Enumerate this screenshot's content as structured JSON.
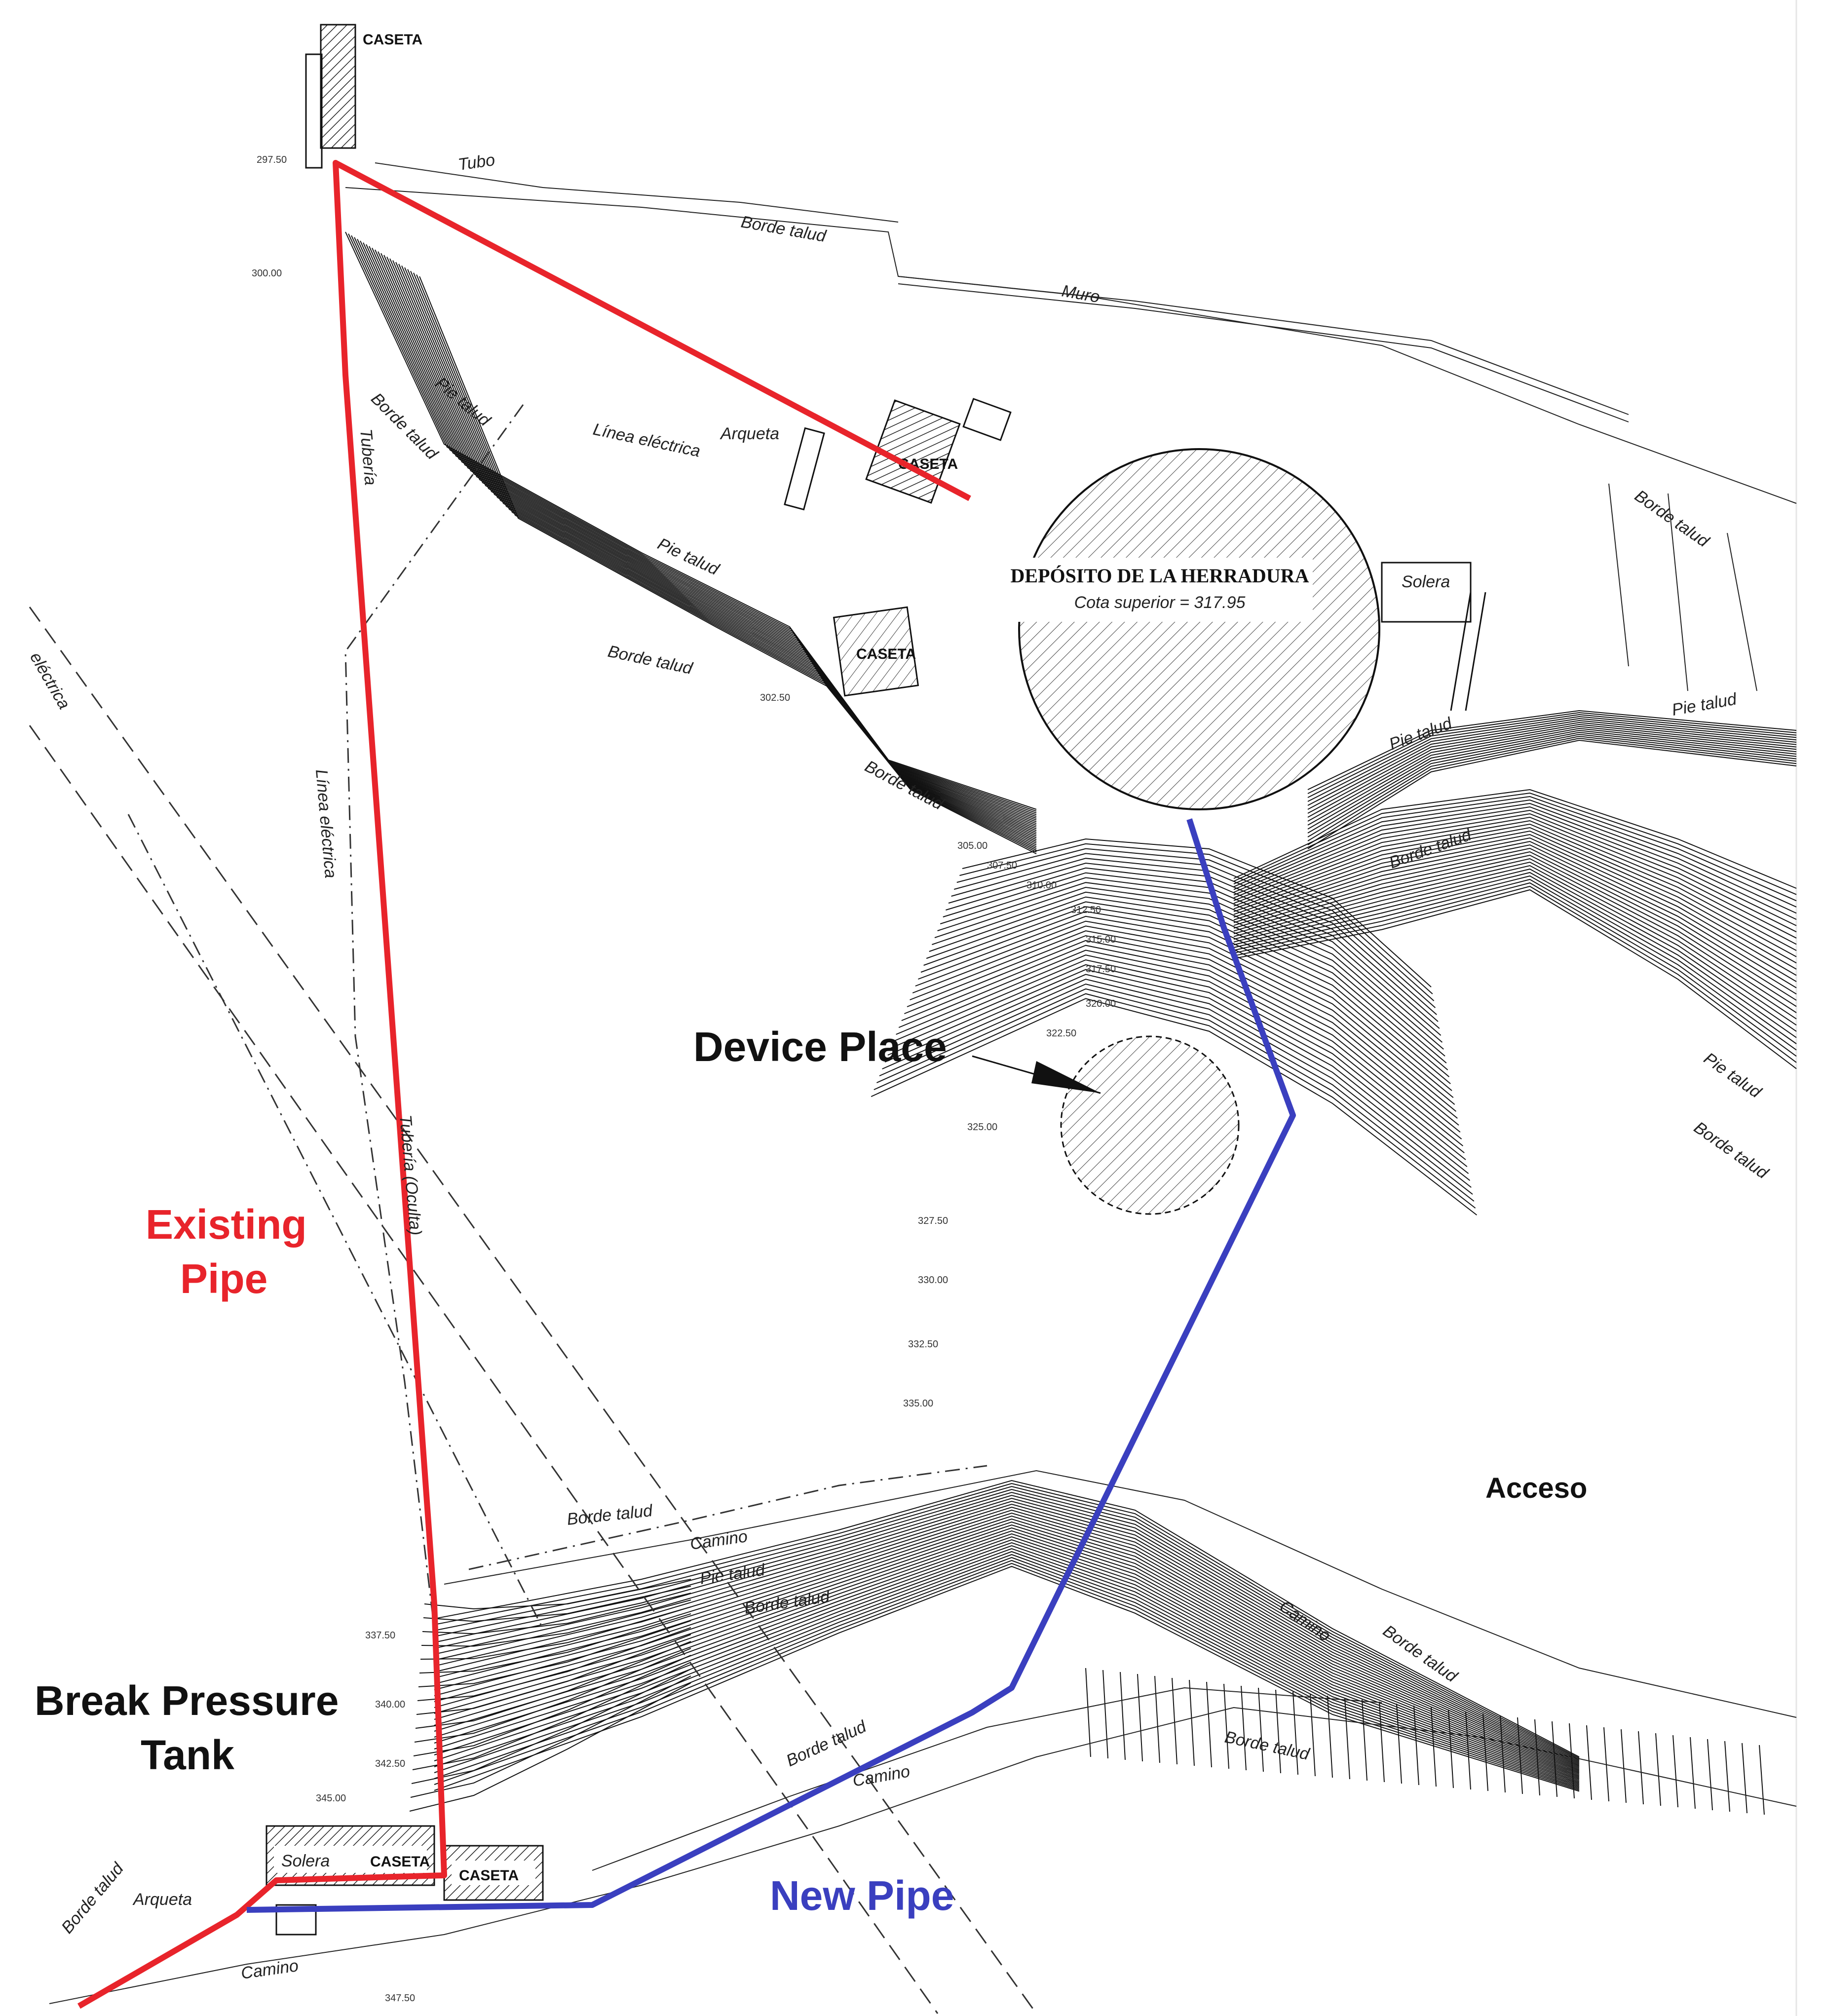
{
  "labels": {
    "device_place": "Device Place",
    "existing_pipe_1": "Existing",
    "existing_pipe_2": "Pipe",
    "new_pipe": "New Pipe",
    "break_pressure_1": "Break Pressure",
    "break_pressure_2": "Tank",
    "acceso": "Acceso"
  },
  "drawing": {
    "deposit_title": "DEPÓSITO DE LA HERRADURA",
    "deposit_subtitle": "Cota superior = 317.95",
    "caseta": "CASETA",
    "tubo": "Tubo",
    "borde_talud": "Borde talud",
    "pie_talud": "Pie talud",
    "muro": "Muro",
    "linea_electrica": "Línea eléctrica",
    "arqueta": "Arqueta",
    "tuberia": "Tubería",
    "tuberia_oculta": "Tubería (Oculta)",
    "linea_electrica_vertical": "Línea eléctrica",
    "electrica": "eléctrica",
    "solera": "Solera",
    "camino": "Camino"
  },
  "elevations": [
    "297.50",
    "300.00",
    "302.50",
    "305.00",
    "307.50",
    "310.00",
    "312.50",
    "315.00",
    "317.50",
    "320.00",
    "322.50",
    "325.00",
    "327.50",
    "330.00",
    "332.50",
    "335.00",
    "337.50",
    "340.00",
    "342.50",
    "345.00",
    "347.50"
  ],
  "colors": {
    "existing_pipe": "#e8242b",
    "new_pipe": "#3a3fbf",
    "ink": "#111111"
  }
}
